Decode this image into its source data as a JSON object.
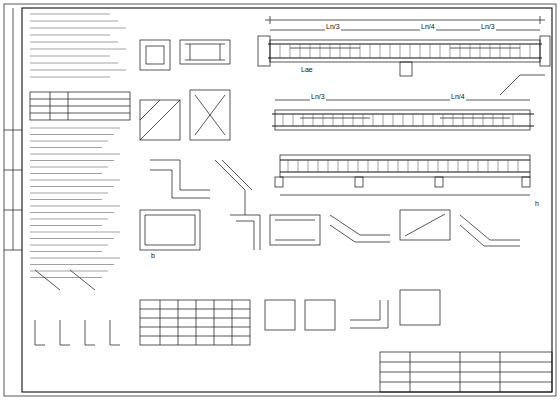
{
  "diagram": {
    "labels": [
      "Ln/3",
      "Ln/4",
      "Ln/3",
      "Lae",
      "Ln/3",
      "Ln/4",
      "h",
      "b"
    ]
  }
}
